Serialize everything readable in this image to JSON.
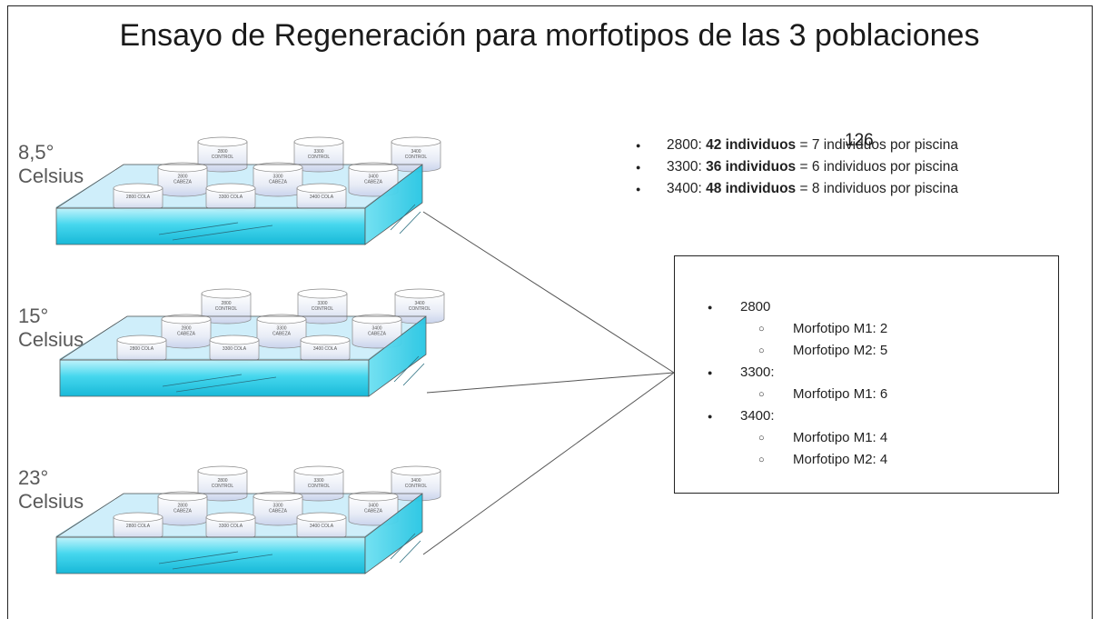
{
  "title": "Ensayo de Regeneración para morfotipos de las 3 poblaciones",
  "temperatures": [
    {
      "value": "8,5°",
      "unit": "Celsius"
    },
    {
      "value": "15°",
      "unit": "Celsius"
    },
    {
      "value": "23°",
      "unit": "Celsius"
    }
  ],
  "summary": {
    "total": "126",
    "items": [
      {
        "pop": "2800: ",
        "count": "42 individuos",
        "rest": " = 7 individuos por piscina"
      },
      {
        "pop": "3300: ",
        "count": "36 individuos",
        "rest": " = 6 individuos por piscina"
      },
      {
        "pop": "3400: ",
        "count": "48 individuos",
        "rest": " = 8 individuos por piscina"
      }
    ]
  },
  "morphotypes": {
    "groups": [
      {
        "label": "2800",
        "items": [
          "Morfotipo M1: 2",
          "Morfotipo M2: 5"
        ]
      },
      {
        "label": "3300:",
        "items": [
          "Morfotipo M1: 6"
        ]
      },
      {
        "label": "3400:",
        "items": [
          "Morfotipo M1: 4",
          "Morfotipo M2: 4"
        ]
      }
    ]
  },
  "tank": {
    "containers": {
      "back": [
        "2800\nCONTROL",
        "3300\nCONTROL",
        "3400\nCONTROL"
      ],
      "middle": [
        "2800\nCABEZA",
        "3300\nCABEZA",
        "3400\nCABEZA"
      ],
      "front": [
        "2800 COLA",
        "3300 COLA",
        "3400 COLA"
      ]
    }
  },
  "colors": {
    "water_top": "#cfeefa",
    "water_side": "#3fd6ee",
    "line": "#555555"
  }
}
